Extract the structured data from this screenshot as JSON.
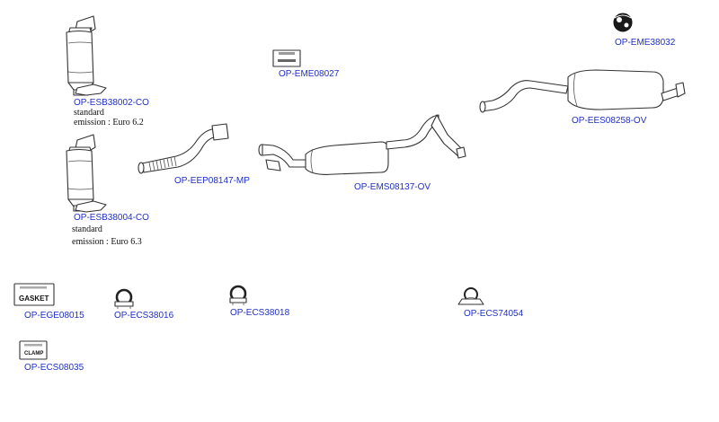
{
  "parts": {
    "cat_1": {
      "code": "OP-ESB38002-CO",
      "type": "standard",
      "emission": "emission : Euro 6.2"
    },
    "cat_2": {
      "code": "OP-ESB38004-CO",
      "type": "standard",
      "emission": "emission : Euro 6.3"
    },
    "flex_pipe": {
      "code": "OP-EEP08147-MP"
    },
    "mounting_kit": {
      "code": "OP-EME08027"
    },
    "middle_silencer": {
      "code": "OP-EMS08137-OV"
    },
    "rear_silencer": {
      "code": "OP-EES08258-OV"
    },
    "rubber_mount": {
      "code": "OP-EME38032"
    },
    "gasket": {
      "code": "OP-EGE08015",
      "label": "GASKET"
    },
    "clamp_1": {
      "code": "OP-ECS38016"
    },
    "clamp_2": {
      "code": "OP-ECS38018"
    },
    "clamp_3": {
      "code": "OP-ECS74054"
    },
    "clamp_box": {
      "code": "OP-ECS08035",
      "label": "CLAMP"
    }
  },
  "colors": {
    "code_link": "#1f2fc8",
    "note_text": "#111111",
    "line_art": "#333333"
  }
}
